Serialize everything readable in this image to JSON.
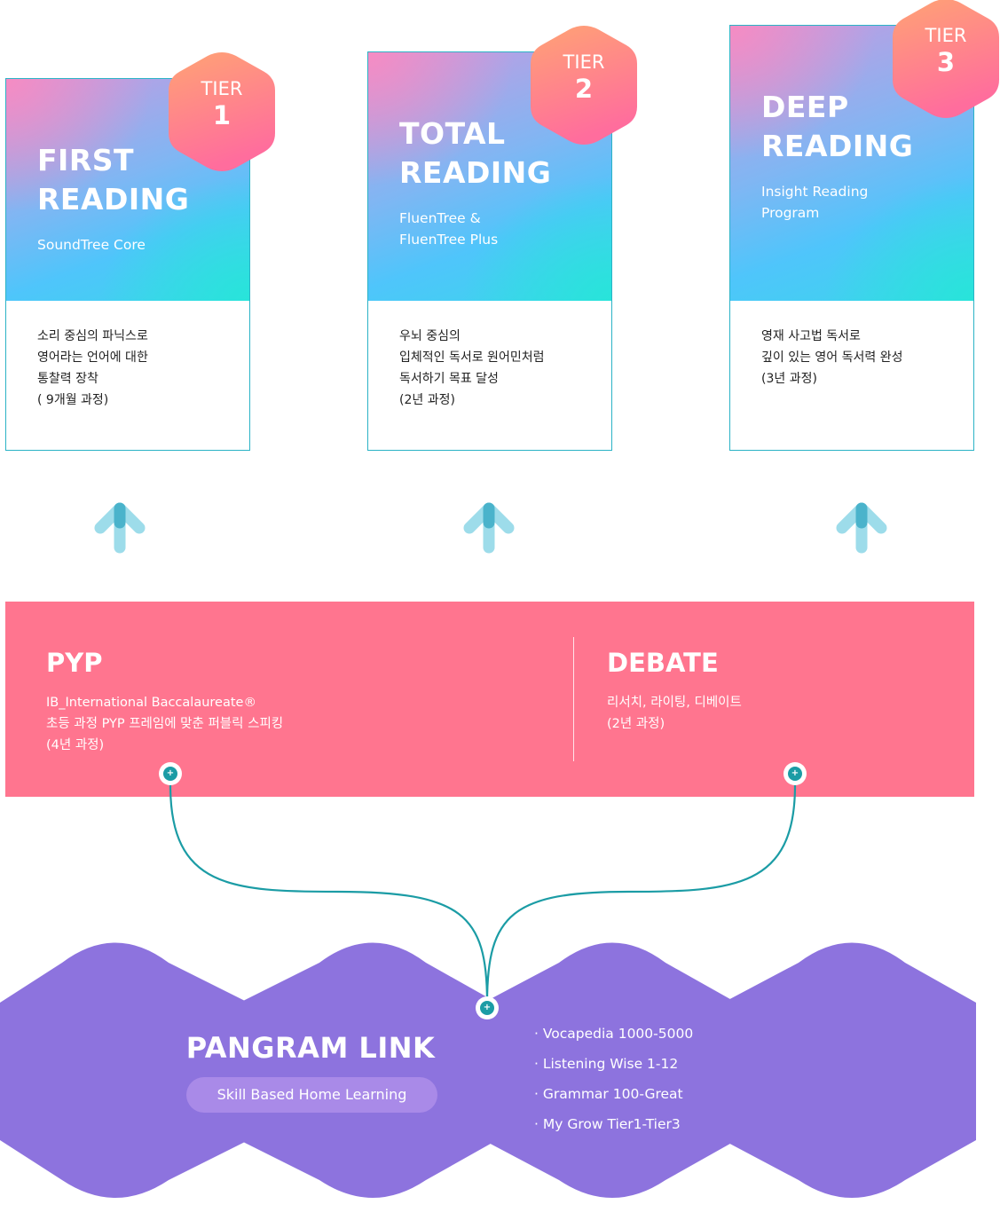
{
  "tiers": [
    {
      "tier_label": "TIER",
      "tier_num": "1",
      "title_line1": "FIRST",
      "title_line2": "READING",
      "subtitle_line1": "SoundTree Core",
      "subtitle_line2": "",
      "desc": [
        "소리 중심의 파닉스로",
        "영어라는 언어에 대한",
        "통찰력 장착",
        "( 9개월 과정)"
      ]
    },
    {
      "tier_label": "TIER",
      "tier_num": "2",
      "title_line1": "TOTAL",
      "title_line2": "READING",
      "subtitle_line1": "FluenTree &",
      "subtitle_line2": "FluenTree Plus",
      "desc": [
        "우뇌 중심의",
        "입체적인 독서로 원어민처럼",
        "독서하기 목표 달성",
        "(2년 과정)"
      ]
    },
    {
      "tier_label": "TIER",
      "tier_num": "3",
      "title_line1": "DEEP",
      "title_line2": "READING",
      "subtitle_line1": "Insight Reading",
      "subtitle_line2": "Program",
      "desc": [
        "영재 사고법 독서로",
        "깊이 있는 영어 독서력 완성",
        "(3년 과정)"
      ]
    }
  ],
  "pyp": {
    "title": "PYP",
    "desc": [
      "IB_International Baccalaureate®",
      "초등 과정 PYP 프레임에 맞춘 퍼블릭 스피킹",
      "(4년 과정)"
    ]
  },
  "debate": {
    "title": "DEBATE",
    "desc": [
      "리서치, 라이팅, 디베이트",
      "(2년 과정)"
    ]
  },
  "pangram": {
    "title": "PANGRAM LINK",
    "pill": "Skill Based Home Learning",
    "items": [
      "· Vocapedia 1000-5000",
      "· Listening Wise 1-12",
      "· Grammar 100-Great",
      "· My Grow Tier1-Tier3"
    ]
  },
  "node_symbol": "+",
  "colors": {
    "card_border": "#2bb3c6",
    "tier_badge_top": "#ffa374",
    "tier_badge_bottom": "#ff6d9d",
    "arrow": "#9ddcea",
    "arrow_dark": "#4ab3cb",
    "pink_band": "#ff758f",
    "connector": "#1b9ca5",
    "purple": "#8d73de",
    "pill": "#a98ae8"
  }
}
